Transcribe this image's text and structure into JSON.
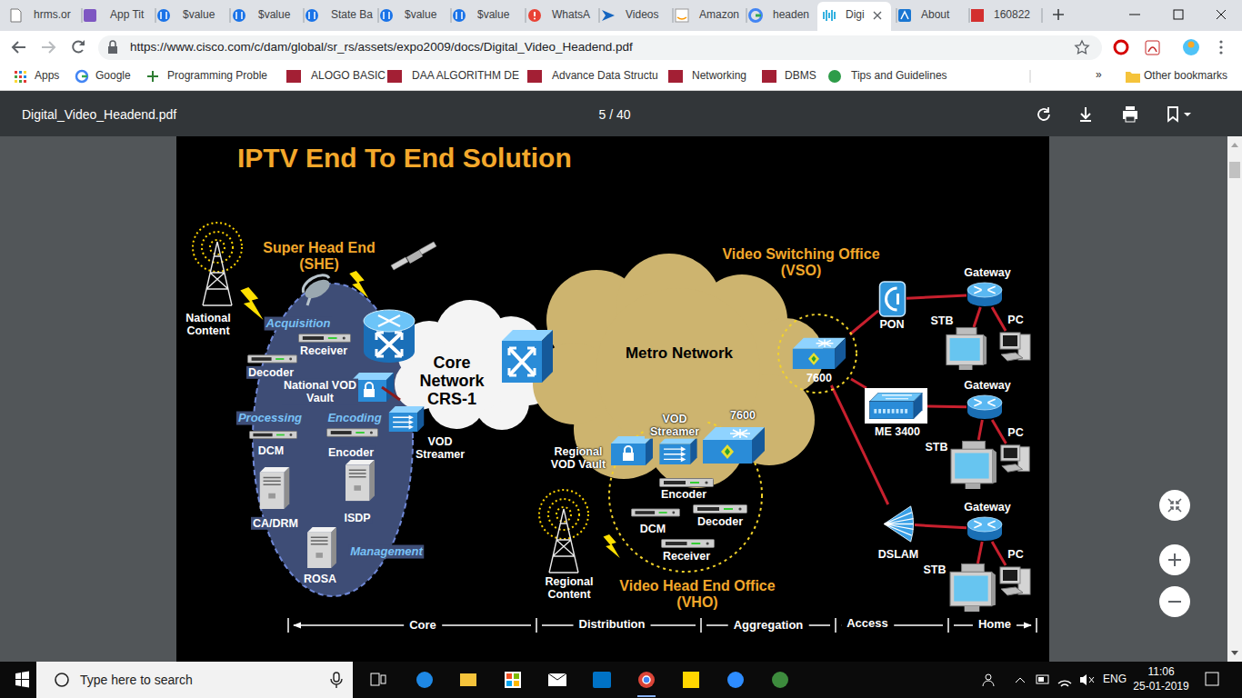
{
  "diagram": {
    "title": "IPTV End To End Solution",
    "nodes": [
      {
        "text": [
          "Super Head End (SHE)",
          "Acquisition",
          "Receiver",
          "Decoder",
          "National VOD Vault",
          "Processing",
          "Encoding",
          "DCM",
          "Encoder",
          "CA/DRM",
          "ISDP",
          "Management",
          "ROSA"
        ]
      },
      {
        "text": [
          "Core Network CRS-1"
        ]
      },
      {
        "text": [
          "Metro Network"
        ]
      },
      {
        "text": [
          "Video Head End Office (VHO)",
          "VOD Streamer",
          "7600",
          "Regional VOD Vault",
          "Encoder",
          "DCM",
          "Decoder",
          "Receiver"
        ]
      },
      {
        "text": [
          "Video Switching Office (VSO)"
        ]
      },
      {
        "text": [
          "7600"
        ],
        "in": 4
      },
      {
        "text": [
          "PON"
        ]
      },
      {
        "text": [
          "Gateway"
        ]
      },
      {
        "text": [
          "STB"
        ]
      },
      {
        "text": [
          "PC"
        ]
      },
      {
        "text": [
          "ME 3400"
        ]
      },
      {
        "text": [
          "Gateway"
        ]
      },
      {
        "text": [
          "STB"
        ]
      },
      {
        "text": [
          "PC"
        ]
      },
      {
        "text": [
          "DSLAM"
        ]
      },
      {
        "text": [
          "Gateway"
        ]
      },
      {
        "text": [
          "STB"
        ]
      },
      {
        "text": [
          "PC"
        ]
      }
    ],
    "edges": [
      {
        "from": 5,
        "to": 6,
        "arrow": "none"
      },
      {
        "from": 5,
        "to": 10,
        "arrow": "none"
      },
      {
        "from": 5,
        "to": 14,
        "arrow": "none"
      },
      {
        "from": 6,
        "to": 7,
        "arrow": "none"
      },
      {
        "from": 7,
        "to": 8,
        "arrow": "none"
      },
      {
        "from": 7,
        "to": 9,
        "arrow": "none"
      },
      {
        "from": 10,
        "to": 11,
        "arrow": "none"
      },
      {
        "from": 11,
        "to": 12,
        "arrow": "none"
      },
      {
        "from": 11,
        "to": 13,
        "arrow": "none"
      },
      {
        "from": 14,
        "to": 15,
        "arrow": "none"
      },
      {
        "from": 15,
        "to": 16,
        "arrow": "none"
      },
      {
        "from": 15,
        "to": 17,
        "arrow": "none"
      }
    ],
    "labels": [
      "hrms.or",
      "App Tit",
      "$value",
      "$value",
      "State Ba",
      "$value",
      "$value",
      "WhatsA",
      "Videos",
      "Amazon",
      "headen",
      "Digi",
      "About",
      "160822",
      "https://www.cisco.com/c/dam/global/sr_rs/assets/expo2009/docs/Digital_Video_Headend.pdf",
      "Apps",
      "Google",
      "Programming Proble",
      "ALOGO BASIC",
      "DAA ALGORITHM DE",
      "Advance Data Structu",
      "Networking",
      "DBMS",
      "Tips and Guidelines",
      "»",
      "Other bookmarks",
      "Digital_Video_Headend.pdf",
      "5 / 40",
      "National Content",
      "VOD Streamer",
      "Regional Content",
      "Core",
      "Distribution",
      "Aggregation",
      "Access",
      "Home",
      "Type here to search",
      "ENG",
      "11:06",
      "25-01-2019"
    ]
  }
}
